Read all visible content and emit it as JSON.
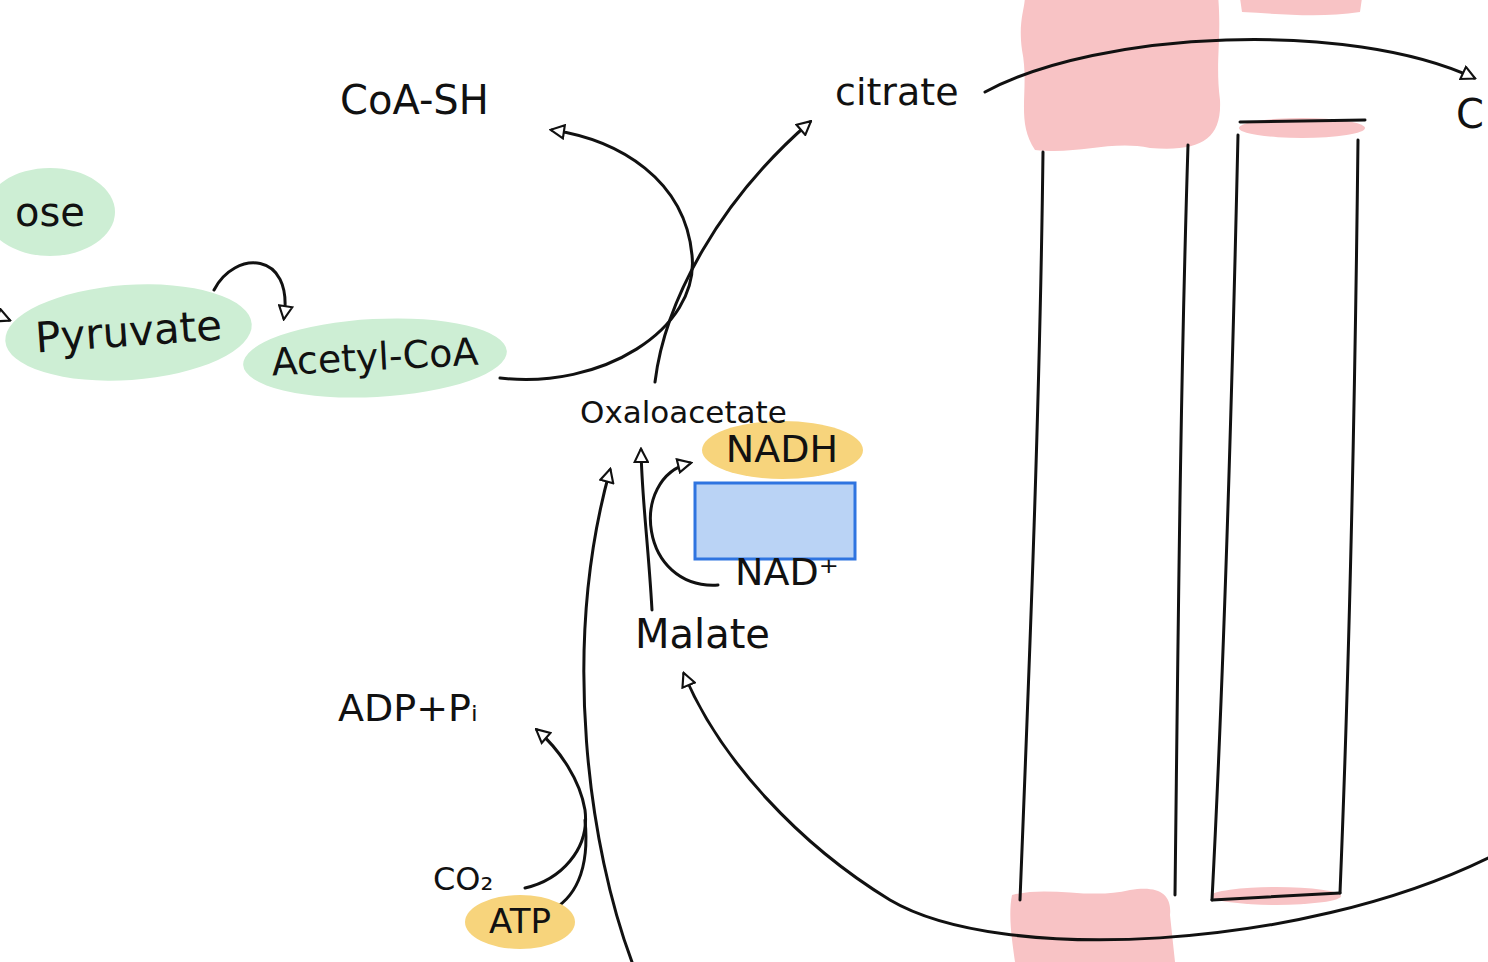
{
  "diagram": {
    "nodes": [
      {
        "text": [
          "ose"
        ]
      },
      {
        "text": [
          "Pyruvate"
        ]
      },
      {
        "text": [
          "Acetyl-CoA"
        ]
      },
      {
        "text": [
          "NADH"
        ]
      },
      {
        "text": [
          "ATP"
        ]
      }
    ],
    "edges": [
      {
        "from": 1,
        "to": 2,
        "arrow": "to"
      }
    ],
    "labels": [
      "CoA-SH",
      "citrate",
      "C",
      "Oxaloacetate",
      "NAD⁺",
      "Malate",
      "ADP+Pᵢ",
      "CO₂"
    ]
  }
}
